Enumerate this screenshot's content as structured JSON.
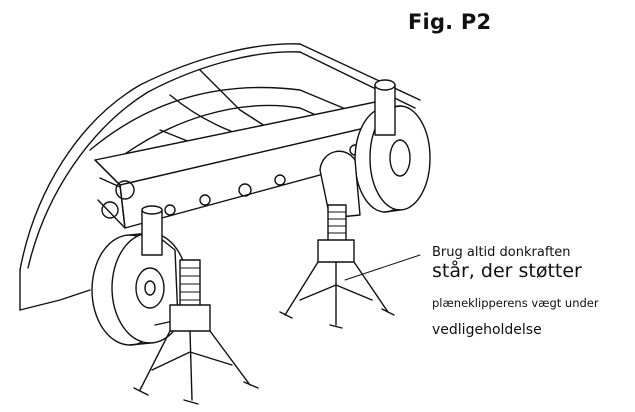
{
  "figure": {
    "title": "Fig. P2",
    "caption_lines": [
      "Brug altid donkraften",
      "står, der støtter",
      "plæneklipperens vægt under",
      "vedligeholdelse"
    ]
  },
  "colors": {
    "line": "#111111",
    "background": "#ffffff"
  }
}
